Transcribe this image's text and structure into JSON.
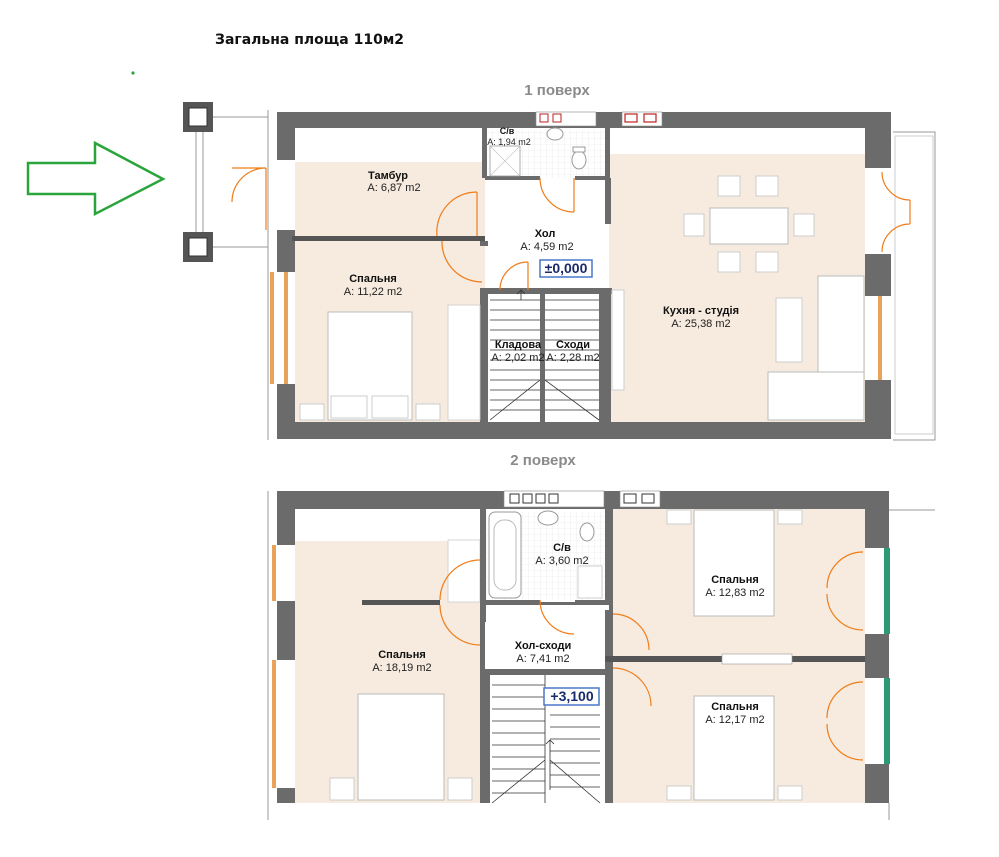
{
  "header": {
    "total_area": "Загальна площа 110м2"
  },
  "floors": [
    {
      "label": "1 поверх",
      "elevation": "±0,000",
      "rooms": [
        {
          "name": "С/в",
          "area": "A: 1,94 m2"
        },
        {
          "name": "Тамбур",
          "area": "A: 6,87 m2"
        },
        {
          "name": "Хол",
          "area": "A: 4,59 m2"
        },
        {
          "name": "Спальня",
          "area": "A: 11,22 m2"
        },
        {
          "name": "Кладова",
          "area": "A: 2,02 m2"
        },
        {
          "name": "Сходи",
          "area": "A: 2,28 m2"
        },
        {
          "name": "Кухня - студія",
          "area": "A: 25,38 m2"
        }
      ]
    },
    {
      "label": "2 поверх",
      "elevation": "+3,100",
      "rooms": [
        {
          "name": "С/в",
          "area": "A: 3,60 m2"
        },
        {
          "name": "Спальня",
          "area": "A: 12,83 m2"
        },
        {
          "name": "Спальня",
          "area": "A: 18,19 m2"
        },
        {
          "name": "Хол-сходи",
          "area": "A: 7,41 m2"
        },
        {
          "name": "Спальня",
          "area": "A: 12,17 m2"
        }
      ]
    }
  ],
  "colors": {
    "wall": "#6b6b6b",
    "floor_fill": "#f6ebde",
    "door": "#f07d1a",
    "window": "#e8a25a",
    "entrance_arrow": "#2aa53c",
    "elevation_border": "#4a78c8",
    "glass_green": "#2e9a74"
  },
  "icons": {
    "entrance": "entrance-arrow-icon"
  }
}
